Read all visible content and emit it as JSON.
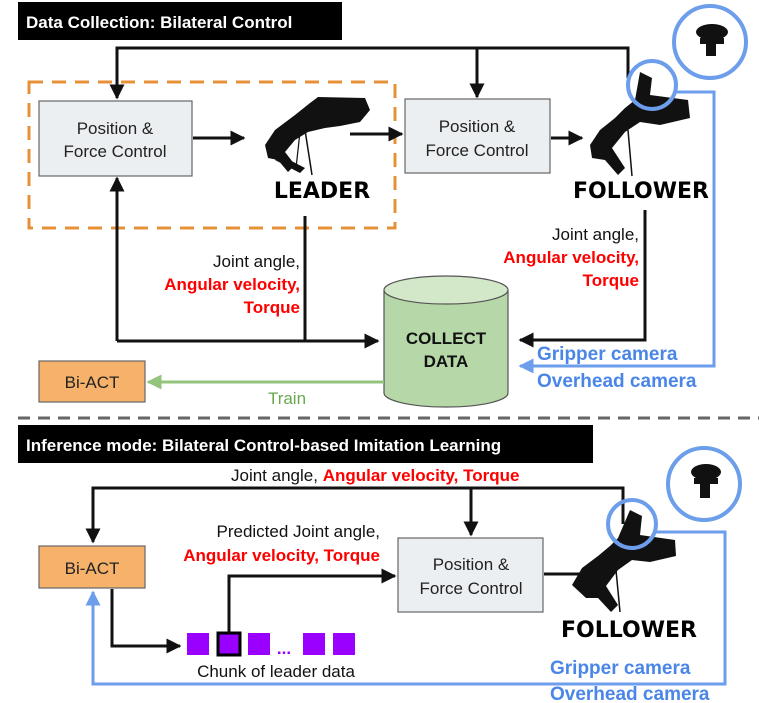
{
  "colors": {
    "accent_red": "#ff0000",
    "camera_blue": "#4a86e8",
    "train_green": "#6aa84f",
    "biact_orange": "#f6b26b",
    "database_green": "#b6d7a8",
    "chunk_purple": "#9900ff",
    "leader_region_orange": "#e69138"
  },
  "top_section": {
    "title": "Data Collection: Bilateral Control",
    "leader_controller": {
      "line1": "Position &",
      "line2": "Force Control"
    },
    "follower_controller": {
      "line1": "Position &",
      "line2": "Force Control"
    },
    "leader_label": "LEADER",
    "follower_label": "FOLLOWER",
    "leader_signals": {
      "joint": "Joint angle,",
      "velocity": "Angular velocity,",
      "torque": "Torque"
    },
    "follower_signals": {
      "joint": "Joint angle,",
      "velocity": "Angular velocity,",
      "torque": "Torque"
    },
    "database": {
      "line1": "COLLECT",
      "line2": "DATA"
    },
    "cameras": {
      "gripper": "Gripper camera",
      "overhead": "Overhead camera"
    },
    "model": "Bi-ACT",
    "train_label": "Train"
  },
  "bottom_section": {
    "title": "Inference mode: Bilateral Control-based Imitation Learning",
    "feedback_signals": {
      "joint": "Joint angle, ",
      "velocity_torque": "Angular velocity, Torque"
    },
    "predicted_signals": {
      "joint": "Predicted Joint angle,",
      "velocity_torque": "Angular velocity, Torque"
    },
    "model": "Bi-ACT",
    "controller": {
      "line1": "Position &",
      "line2": "Force Control"
    },
    "follower_label": "FOLLOWER",
    "chunk_ellipsis": "...",
    "chunk_label": "Chunk of leader data",
    "cameras": {
      "gripper": "Gripper camera",
      "overhead": "Overhead camera"
    }
  }
}
